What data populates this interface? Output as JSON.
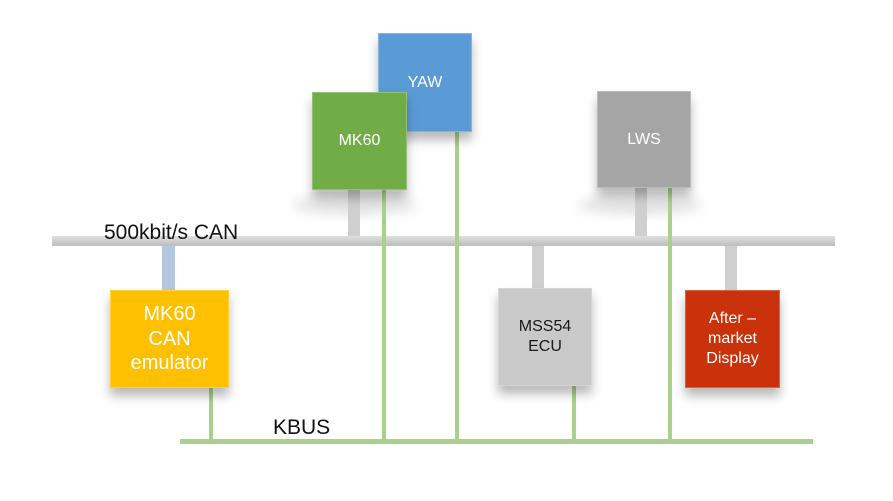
{
  "buses": {
    "can": {
      "label": "500kbit/s CAN"
    },
    "kbus": {
      "label": "KBUS"
    }
  },
  "nodes": {
    "yaw": {
      "label": "YAW",
      "color": "#5b9bd5"
    },
    "mk60": {
      "label": "MK60",
      "color": "#70ad47"
    },
    "lws": {
      "label": "LWS",
      "color": "#a5a5a5"
    },
    "emulator": {
      "label": "MK60\nCAN\nemulator",
      "color": "#ffc000"
    },
    "mss54": {
      "label": "MSS54\nECU",
      "color": "#c9c9c9"
    },
    "display": {
      "label": "After –\nmarket\nDisplay",
      "color": "#c9320b"
    }
  },
  "colors": {
    "can_bus": "#d0d0d0",
    "kbus": "#a9d18e",
    "emulator_stub": "#b4c7dc"
  }
}
